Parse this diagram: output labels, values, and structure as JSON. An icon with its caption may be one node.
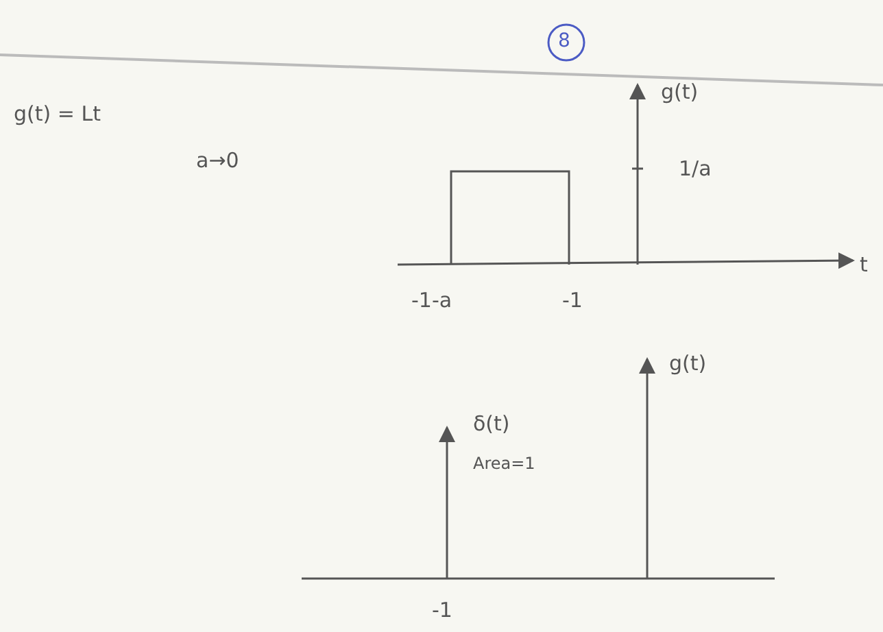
{
  "diagram": {
    "labels": [
      "8",
      "g(t)",
      "g(t) = Lt",
      "a→0",
      "1/a",
      "t",
      "-1-a",
      "-1",
      "g(t)",
      "δ(t)",
      "Area=1",
      "-1"
    ]
  }
}
